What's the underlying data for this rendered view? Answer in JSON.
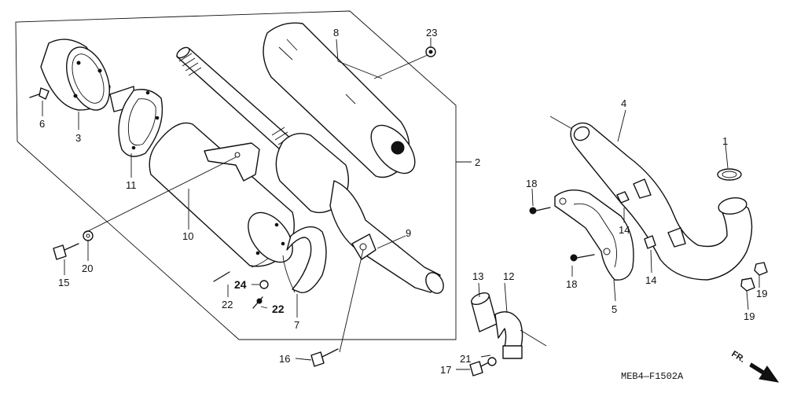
{
  "callouts": {
    "c1": "1",
    "c2": "2",
    "c3": "3",
    "c4": "4",
    "c5": "5",
    "c6": "6",
    "c7": "7",
    "c8": "8",
    "c9": "9",
    "c10": "10",
    "c11": "11",
    "c12": "12",
    "c13": "13",
    "c14a": "14",
    "c14b": "14",
    "c15": "15",
    "c16": "16",
    "c17": "17",
    "c18a": "18",
    "c18b": "18",
    "c19a": "19",
    "c19b": "19",
    "c20": "20",
    "c21": "21",
    "c22a": "22",
    "c22b": "22",
    "c23": "23",
    "c24": "24"
  },
  "diagram_code": "MEB4—F1502A",
  "direction_marker": "FR."
}
